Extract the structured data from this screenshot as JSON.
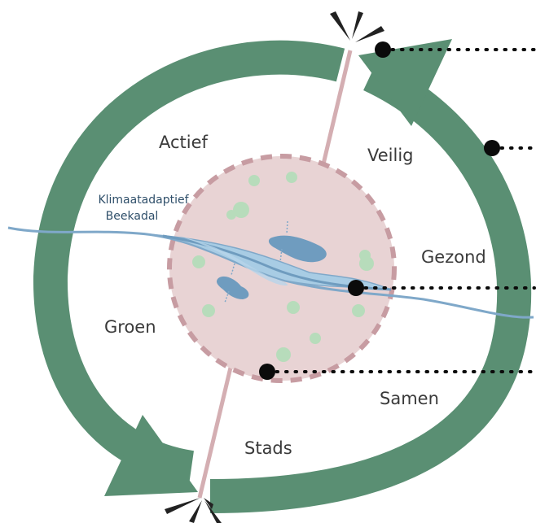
{
  "diagram": {
    "center_label": [
      "Klimaatadaptief",
      "Beekadal"
    ],
    "labels": {
      "actief": "Actief",
      "veilig": "Veilig",
      "gezond": "Gezond",
      "groen": "Groen",
      "samen": "Samen",
      "stads": "Stads"
    },
    "colors": {
      "cycle_arrow": "#5a8f73",
      "core_fill": "#e8d3d4",
      "core_border": "#c79ca2",
      "axis_line": "#d4aeb2",
      "river_outline": "#7fa8c9",
      "river_fill": "#a8cce4",
      "pond": "#6f9cbf",
      "tree_dot": "#b7dcbb",
      "marker": "#0b0b0b",
      "leader": "#0b0b0b",
      "burst": "#222222"
    }
  }
}
